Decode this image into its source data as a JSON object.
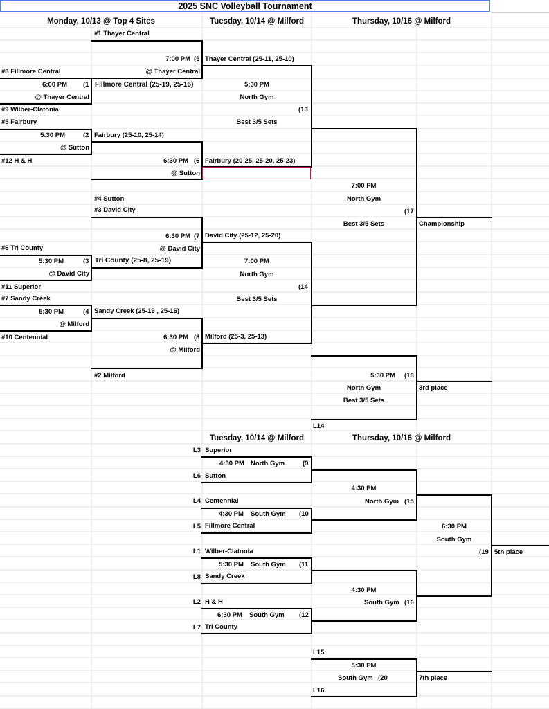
{
  "sheet": {
    "title": "2025 SNC Volleyball Tournament",
    "headers": {
      "monday": "Monday, 10/13 @ Top 4 Sites",
      "tuesday": "Tuesday, 10/14 @ Milford",
      "thursday": "Thursday, 10/16 @ Milford",
      "tuesday2": "Tuesday, 10/14 @ Milford",
      "thursday2": "Thursday, 10/16 @ Milford"
    }
  },
  "bracket": {
    "seed1": "#1 Thayer Central",
    "g5_time": "7:00 PM",
    "g5_num": "(5",
    "g5_site": "@ Thayer Central",
    "g5_result": "Thayer Central (25-11, 25-10)",
    "seed8": "#8 Fillmore Central",
    "g1_time": "6:00 PM",
    "g1_num": "(1",
    "g1_site": "@ Thayer Central",
    "g1_result": "Fillmore Central (25-19, 25-16)",
    "g13_time": "5:30 PM",
    "g13_gym": "North Gym",
    "g13_num": "(13",
    "g13_sets": "Best 3/5 Sets",
    "seed9": "#9 Wilber-Clatonia",
    "seed5": "#5 Fairbury",
    "g2_time": "5:30 PM",
    "g2_num": "(2",
    "g2_site": "@ Sutton",
    "g2_result": "Fairbury (25-10, 25-14)",
    "seed12": "#12 H & H",
    "g6_time": "6:30 PM",
    "g6_num": "(6",
    "g6_site": "@ Sutton",
    "g6_result": "Fairbury (20-25, 25-20, 25-23)",
    "g17_time": "7:00 PM",
    "g17_gym": "North Gym",
    "g17_num": "(17",
    "g17_sets": "Best 3/5 Sets",
    "championship": "Championship",
    "seed4": "#4 Sutton",
    "seed3": "#3 David City",
    "g7_time": "6:30 PM",
    "g7_num": "(7",
    "g7_site": "@ David City",
    "g7_result": "David City (25-12, 25-20)",
    "seed6": "#6 Tri County",
    "g3_time": "5:30 PM",
    "g3_num": "(3",
    "g3_site": "@ David City",
    "g3_result": "Tri County (25-8, 25-19)",
    "g14_time": "7:00 PM",
    "g14_gym": "North Gym",
    "g14_num": "(14",
    "g14_sets": "Best 3/5 Sets",
    "seed11": "#11 Superior",
    "seed7": "#7 Sandy Creek",
    "g4_time": "5:30 PM",
    "g4_num": "(4",
    "g4_site": "@ Milford",
    "g4_result": "Sandy Creek (25-19 , 25-16)",
    "seed10": "#10 Centennial",
    "g8_time": "6:30 PM",
    "g8_num": "(8",
    "g8_site": "@ Milford",
    "g8_result": "Milford (25-3, 25-13)",
    "seed2": "#2 Milford",
    "g18_time": "5:30 PM",
    "g18_num": "(18",
    "g18_gym": "North Gym",
    "g18_sets": "Best 3/5 Sets",
    "third_place": "3rd place",
    "l14": "L14"
  },
  "consolation": {
    "l3": "L3",
    "t_superior": "Superior",
    "g9_time": "4:30 PM",
    "g9_gym": "North Gym",
    "g9_num": "(9",
    "l6": "L6",
    "t_sutton": "Sutton",
    "g15_time": "4:30 PM",
    "g15_gym": "North Gym",
    "g15_num": "(15",
    "l4": "L4",
    "t_centennial": "Centennial",
    "g10_time": "4:30 PM",
    "g10_gym": "South Gym",
    "g10_num": "(10",
    "l5": "L5",
    "t_fillmore": "Fillmore Central",
    "g19_time": "6:30 PM",
    "g19_gym": "South Gym",
    "g19_num": "(19",
    "fifth_place": "5th place",
    "l1": "L1",
    "t_wilber": "Wilber-Clatonia",
    "g11_time": "5:30 PM",
    "g11_gym": "South Gym",
    "g11_num": "(11",
    "l8": "L8",
    "t_sandy": "Sandy Creek",
    "g16_time": "4:30 PM",
    "g16_gym": "South Gym",
    "g16_num": "(16",
    "l2": "L2",
    "t_hh": "H & H",
    "g12_time": "6:30 PM",
    "g12_gym": "South Gym",
    "g12_num": "(12",
    "l7": "L7",
    "t_tricounty": "Tri County",
    "l15": "L15",
    "g20_time": "5:30 PM",
    "g20_gym": "South Gym",
    "g20_num": "(20",
    "seventh_place": "7th place",
    "l16": "L16"
  },
  "colors": {
    "gridline": "#e2e2e2",
    "title_border": "#4a86e8",
    "selected_cell_border": "#c2185b"
  }
}
